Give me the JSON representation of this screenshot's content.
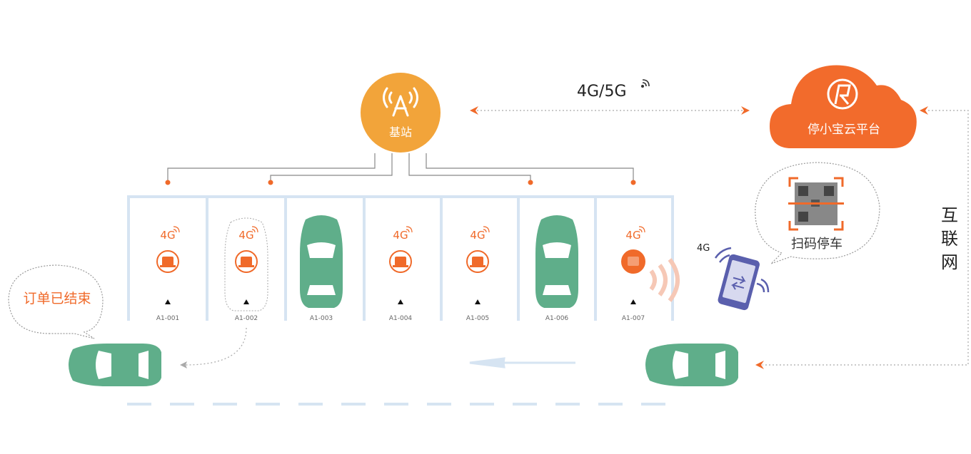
{
  "base_station": {
    "label": "基站",
    "icon": "antenna-tower-icon",
    "color": "#f2a43a"
  },
  "network": {
    "label": "4G/5G",
    "icon": "wifi-signal-icon"
  },
  "cloud": {
    "label": "停小宝云平台",
    "icon": "platform-logo-icon",
    "color": "#f26b2c"
  },
  "internet": {
    "label": "互联网"
  },
  "scan": {
    "label": "扫码停车",
    "icon": "qr-code-icon"
  },
  "phone": {
    "label": "4G",
    "icon": "phone-nfc-icon",
    "color": "#5a5fad"
  },
  "order": {
    "label": "订单已结束"
  },
  "slots": [
    {
      "id": "A1-001",
      "signal": "4G",
      "state": "empty"
    },
    {
      "id": "A1-002",
      "signal": "4G",
      "state": "leaving"
    },
    {
      "id": "A1-003",
      "signal": "",
      "state": "occupied"
    },
    {
      "id": "A1-004",
      "signal": "4G",
      "state": "empty"
    },
    {
      "id": "A1-005",
      "signal": "4G",
      "state": "empty"
    },
    {
      "id": "A1-006",
      "signal": "",
      "state": "occupied"
    },
    {
      "id": "A1-007",
      "signal": "4G",
      "state": "active"
    }
  ],
  "colors": {
    "accent": "#f06a2a",
    "car": "#5fae8a",
    "lane": "#d6e4f2",
    "line": "#888888"
  }
}
